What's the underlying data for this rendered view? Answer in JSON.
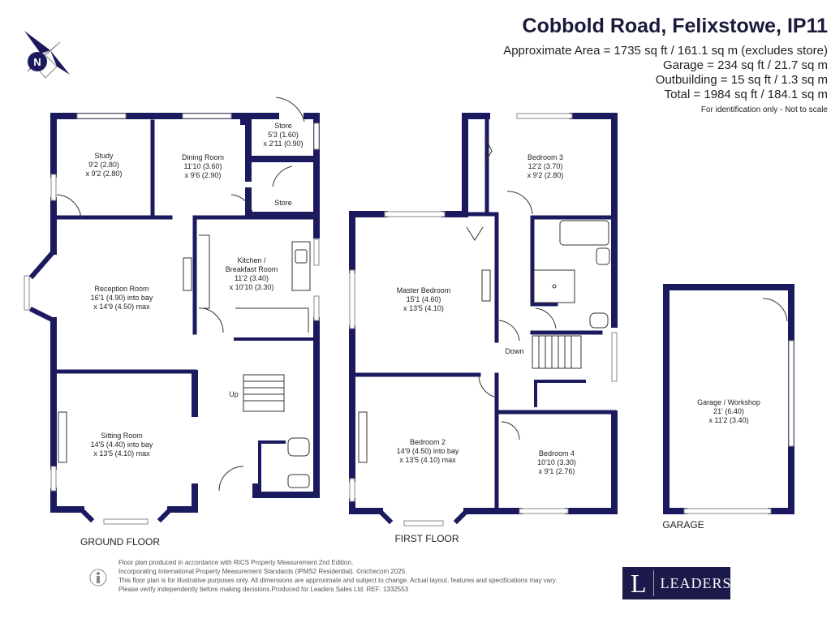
{
  "header": {
    "title": "Cobbold Road, Felixstowe, IP11",
    "areas": [
      "Approximate Area = 1735 sq ft / 161.1 sq m (excludes store)",
      "Garage = 234 sq ft / 21.7 sq m",
      "Outbuilding = 15 sq ft / 1.3 sq m",
      "Total = 1984 sq ft / 184.1 sq m"
    ],
    "note": "For identification only - Not to scale"
  },
  "compass": {
    "label": "N"
  },
  "floors": {
    "ground": "GROUND FLOOR",
    "first": "FIRST FLOOR",
    "garage": "GARAGE"
  },
  "rooms": {
    "study": [
      "Study",
      "9'2 (2.80)",
      "x 9'2 (2.80)"
    ],
    "dining": [
      "Dining Room",
      "11'10 (3.60)",
      "x 9'6 (2.90)"
    ],
    "store1": [
      "Store",
      "5'3 (1.60)",
      "x 2'11 (0.90)"
    ],
    "store2": [
      "Store"
    ],
    "kitchen": [
      "Kitchen /",
      "Breakfast Room",
      "11'2 (3.40)",
      "x 10'10 (3.30)"
    ],
    "reception": [
      "Reception Room",
      "16'1 (4.90) into bay",
      "x 14'9 (4.50) max"
    ],
    "sitting": [
      "Sitting Room",
      "14'5 (4.40) into bay",
      "x 13'5 (4.10) max"
    ],
    "up": [
      "Up"
    ],
    "bedroom3": [
      "Bedroom 3",
      "12'2 (3.70)",
      "x 9'2 (2.80)"
    ],
    "master": [
      "Master Bedroom",
      "15'1 (4.60)",
      "x 13'5 (4.10)"
    ],
    "down": [
      "Down"
    ],
    "bedroom2": [
      "Bedroom 2",
      "14'9 (4.50) into bay",
      "x 13'5 (4.10) max"
    ],
    "bedroom4": [
      "Bedroom 4",
      "10'10 (3.30)",
      "x 9'1 (2.76)"
    ],
    "garage": [
      "Garage / Workshop",
      "21' (6.40)",
      "x 11'2 (3.40)"
    ]
  },
  "footer": {
    "lines": [
      "Floor plan produced in accordance with RICS Property Measurement 2nd Edition,",
      "Incorporating International Property Measurement Standards (IPMS2 Residential).  ©nichecom 2025.",
      "This floor plan is for illustrative purposes only. All dimensions are approximate and subject to change. Actual layout, features and specifications may vary.",
      "Please verify independently before making decisions.Produced for Leaders Sales Ltd.   REF:  1332553"
    ]
  },
  "logo": {
    "mark": "L",
    "text": "LEADERS"
  },
  "colors": {
    "wall": "#1b1a5e",
    "text": "#222222",
    "logo_bg": "#1b1a4b"
  }
}
